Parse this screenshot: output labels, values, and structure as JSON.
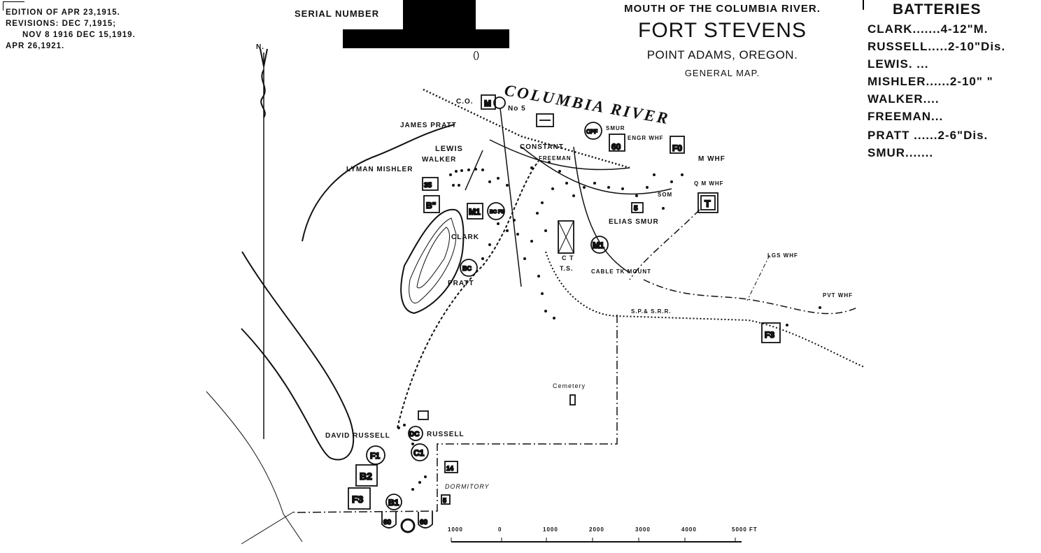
{
  "edition": {
    "lines": [
      "EDITION OF APR 23,1915.",
      "REVISIONS: DEC 7,1915;",
      "NOV 8 1916  DEC 15,1919.",
      "APR 26,1921."
    ]
  },
  "serial": {
    "label": "SERIAL NUMBER",
    "mark": "()"
  },
  "title": {
    "line1": "MOUTH OF THE COLUMBIA RIVER.",
    "line2": "FORT STEVENS",
    "line3": "POINT ADAMS, OREGON.",
    "line4": "GENERAL MAP."
  },
  "batteries": {
    "heading": "BATTERIES",
    "rows": [
      {
        "name": "CLARK.......",
        "armament": "4-12\"M."
      },
      {
        "name": "RUSSELL.....",
        "armament": "2-10\"Dis."
      },
      {
        "name": "LEWIS. ...",
        "armament": ""
      },
      {
        "name": "MISHLER......",
        "armament": "2-10\" \""
      },
      {
        "name": "WALKER....",
        "armament": ""
      },
      {
        "name": "FREEMAN...",
        "armament": ""
      },
      {
        "name": "PRATT ......",
        "armament": "2-6\"Dis."
      },
      {
        "name": "SMUR.......",
        "armament": ""
      }
    ]
  },
  "map": {
    "north": "N.",
    "river": "COLUMBIA RIVER",
    "labels": {
      "james_pratt": "JAMES PRATT",
      "lewis": "LEWIS",
      "walker": "WALKER",
      "lyman_mishler": "LYMAN MISHLER",
      "constant": "CONSTANT",
      "freeman": "FREEMAN",
      "smur": "SMUR",
      "engr_whf": "ENGR WHF",
      "elias_smur": "ELIAS SMUR",
      "m_whf": "M WHF",
      "qm_whf": "Q M WHF",
      "som": "SOM",
      "clark": "CLARK",
      "pratt": "PRATT",
      "ct": "C T",
      "ts": "T.S.",
      "cable_tk": "CABLE TK MOUNT",
      "lgs_whf": "LGS WHF",
      "pvt_whf": "PVT WHF",
      "railroad": "S.P.& S.R.R.",
      "cemetery": "Cemetery",
      "david_russell": "DAVID RUSSELL",
      "russell": "RUSSELL",
      "dormitory": "DORMITORY",
      "no5": "No 5",
      "co": "C.O."
    },
    "symbols": {
      "m_top": "M",
      "t": "T",
      "b_upper": "B\"",
      "m1": "M1",
      "bcf3": "BC F3",
      "m1_circle": "M1",
      "bc_pratt": "BC",
      "f3_east": "F3",
      "sixty_top": "60",
      "fo": "F0",
      "cpf": "CPF",
      "thirty_five": "35",
      "dc": "DC",
      "c1": "C1",
      "f1": "F1",
      "b2": "B2",
      "f3": "F3",
      "b1": "B1",
      "sixty_a": "60",
      "sixty_b": "60",
      "five": "5",
      "fourteen": "14"
    },
    "scale": {
      "ticks": [
        "1000",
        "0",
        "1000",
        "2000",
        "3000",
        "4000",
        "5000 FT"
      ]
    }
  }
}
